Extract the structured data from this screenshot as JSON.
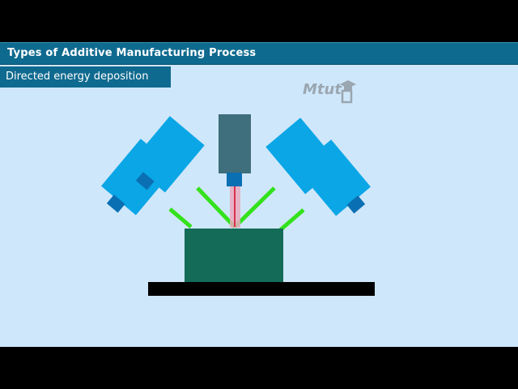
{
  "header": {
    "title": "Types of Additive Manufacturing Process",
    "subtitle": "Directed energy deposition"
  },
  "logo": {
    "text": "Mtut",
    "icon": "graduation-cap-icon"
  },
  "colors": {
    "background": "#cfe7fb",
    "title_bar": "#0f6a8f",
    "nozzle_body": "#0aa6e6",
    "nozzle_tip": "#0a6fb3",
    "laser_head": "#3f6e7c",
    "laser_beam": "#d9304a",
    "powder_stream": "#33e21b",
    "workpiece": "#136b58",
    "build_plate": "#000000"
  }
}
